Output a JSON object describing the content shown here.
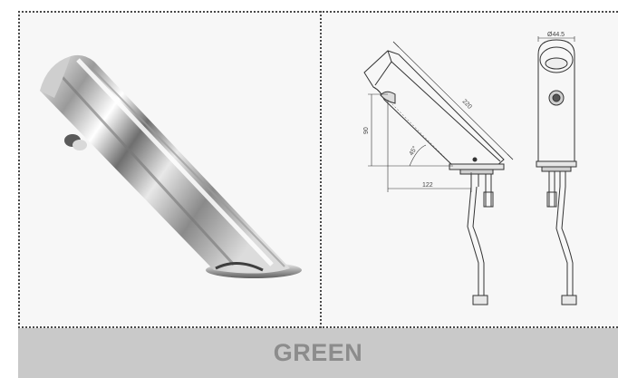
{
  "photo": {
    "subject": "faucet-photo"
  },
  "drawing": {
    "length_label": "220",
    "height_label": "90",
    "angle_label": "45°",
    "reach_label": "122",
    "diameter_label": "Ø44.5"
  },
  "footer": {
    "label": "GREEN"
  },
  "colors": {
    "panel_bg": "#f7f7f7",
    "footer_bg": "#c9c9c9",
    "footer_text": "#8c8c8c",
    "line": "#333333"
  }
}
